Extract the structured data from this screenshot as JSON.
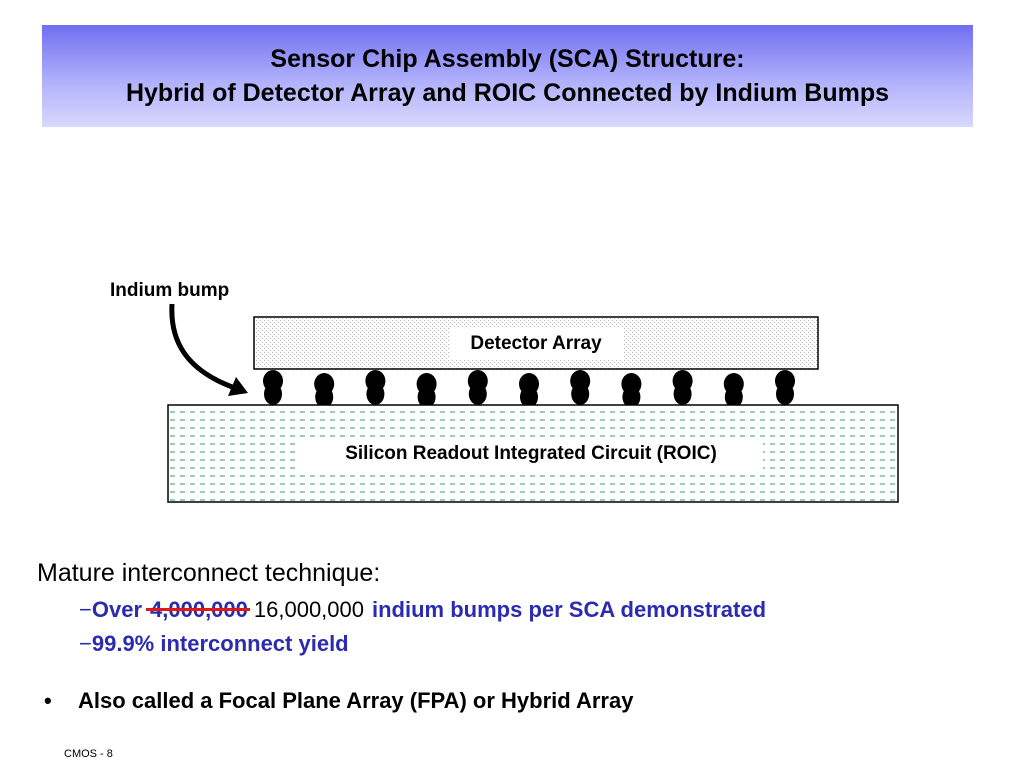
{
  "title": {
    "line1": "Sensor Chip Assembly (SCA) Structure:",
    "line2": "Hybrid of Detector Array and ROIC Connected by Indium Bumps"
  },
  "diagram": {
    "indium_label": "Indium bump",
    "detector_label": "Detector Array",
    "roic_label": "Silicon Readout Integrated Circuit (ROIC)",
    "bump_count": 11,
    "colors": {
      "roic_dash": "#3a9a6a",
      "detector_texture": "#b8b8b8",
      "bump": "#000000",
      "arrow": "#000000"
    }
  },
  "body": {
    "heading": "Mature interconnect technique:",
    "dash": "−",
    "item1_prefix": "Over",
    "item1_old": "4,000,000",
    "item1_new": "16,000,000",
    "item1_suffix": "indium bumps per SCA demonstrated",
    "item2": "99.9% interconnect yield",
    "bullet_mark": "•",
    "bullet": "Also called a Focal Plane Array (FPA) or Hybrid Array"
  },
  "footer": "CMOS - 8",
  "colors": {
    "title_gradient_top": "#6f6ff2",
    "title_gradient_bottom": "#d8d8ff",
    "sub_item_text": "#2b2bb0",
    "strike": "#e01818"
  }
}
